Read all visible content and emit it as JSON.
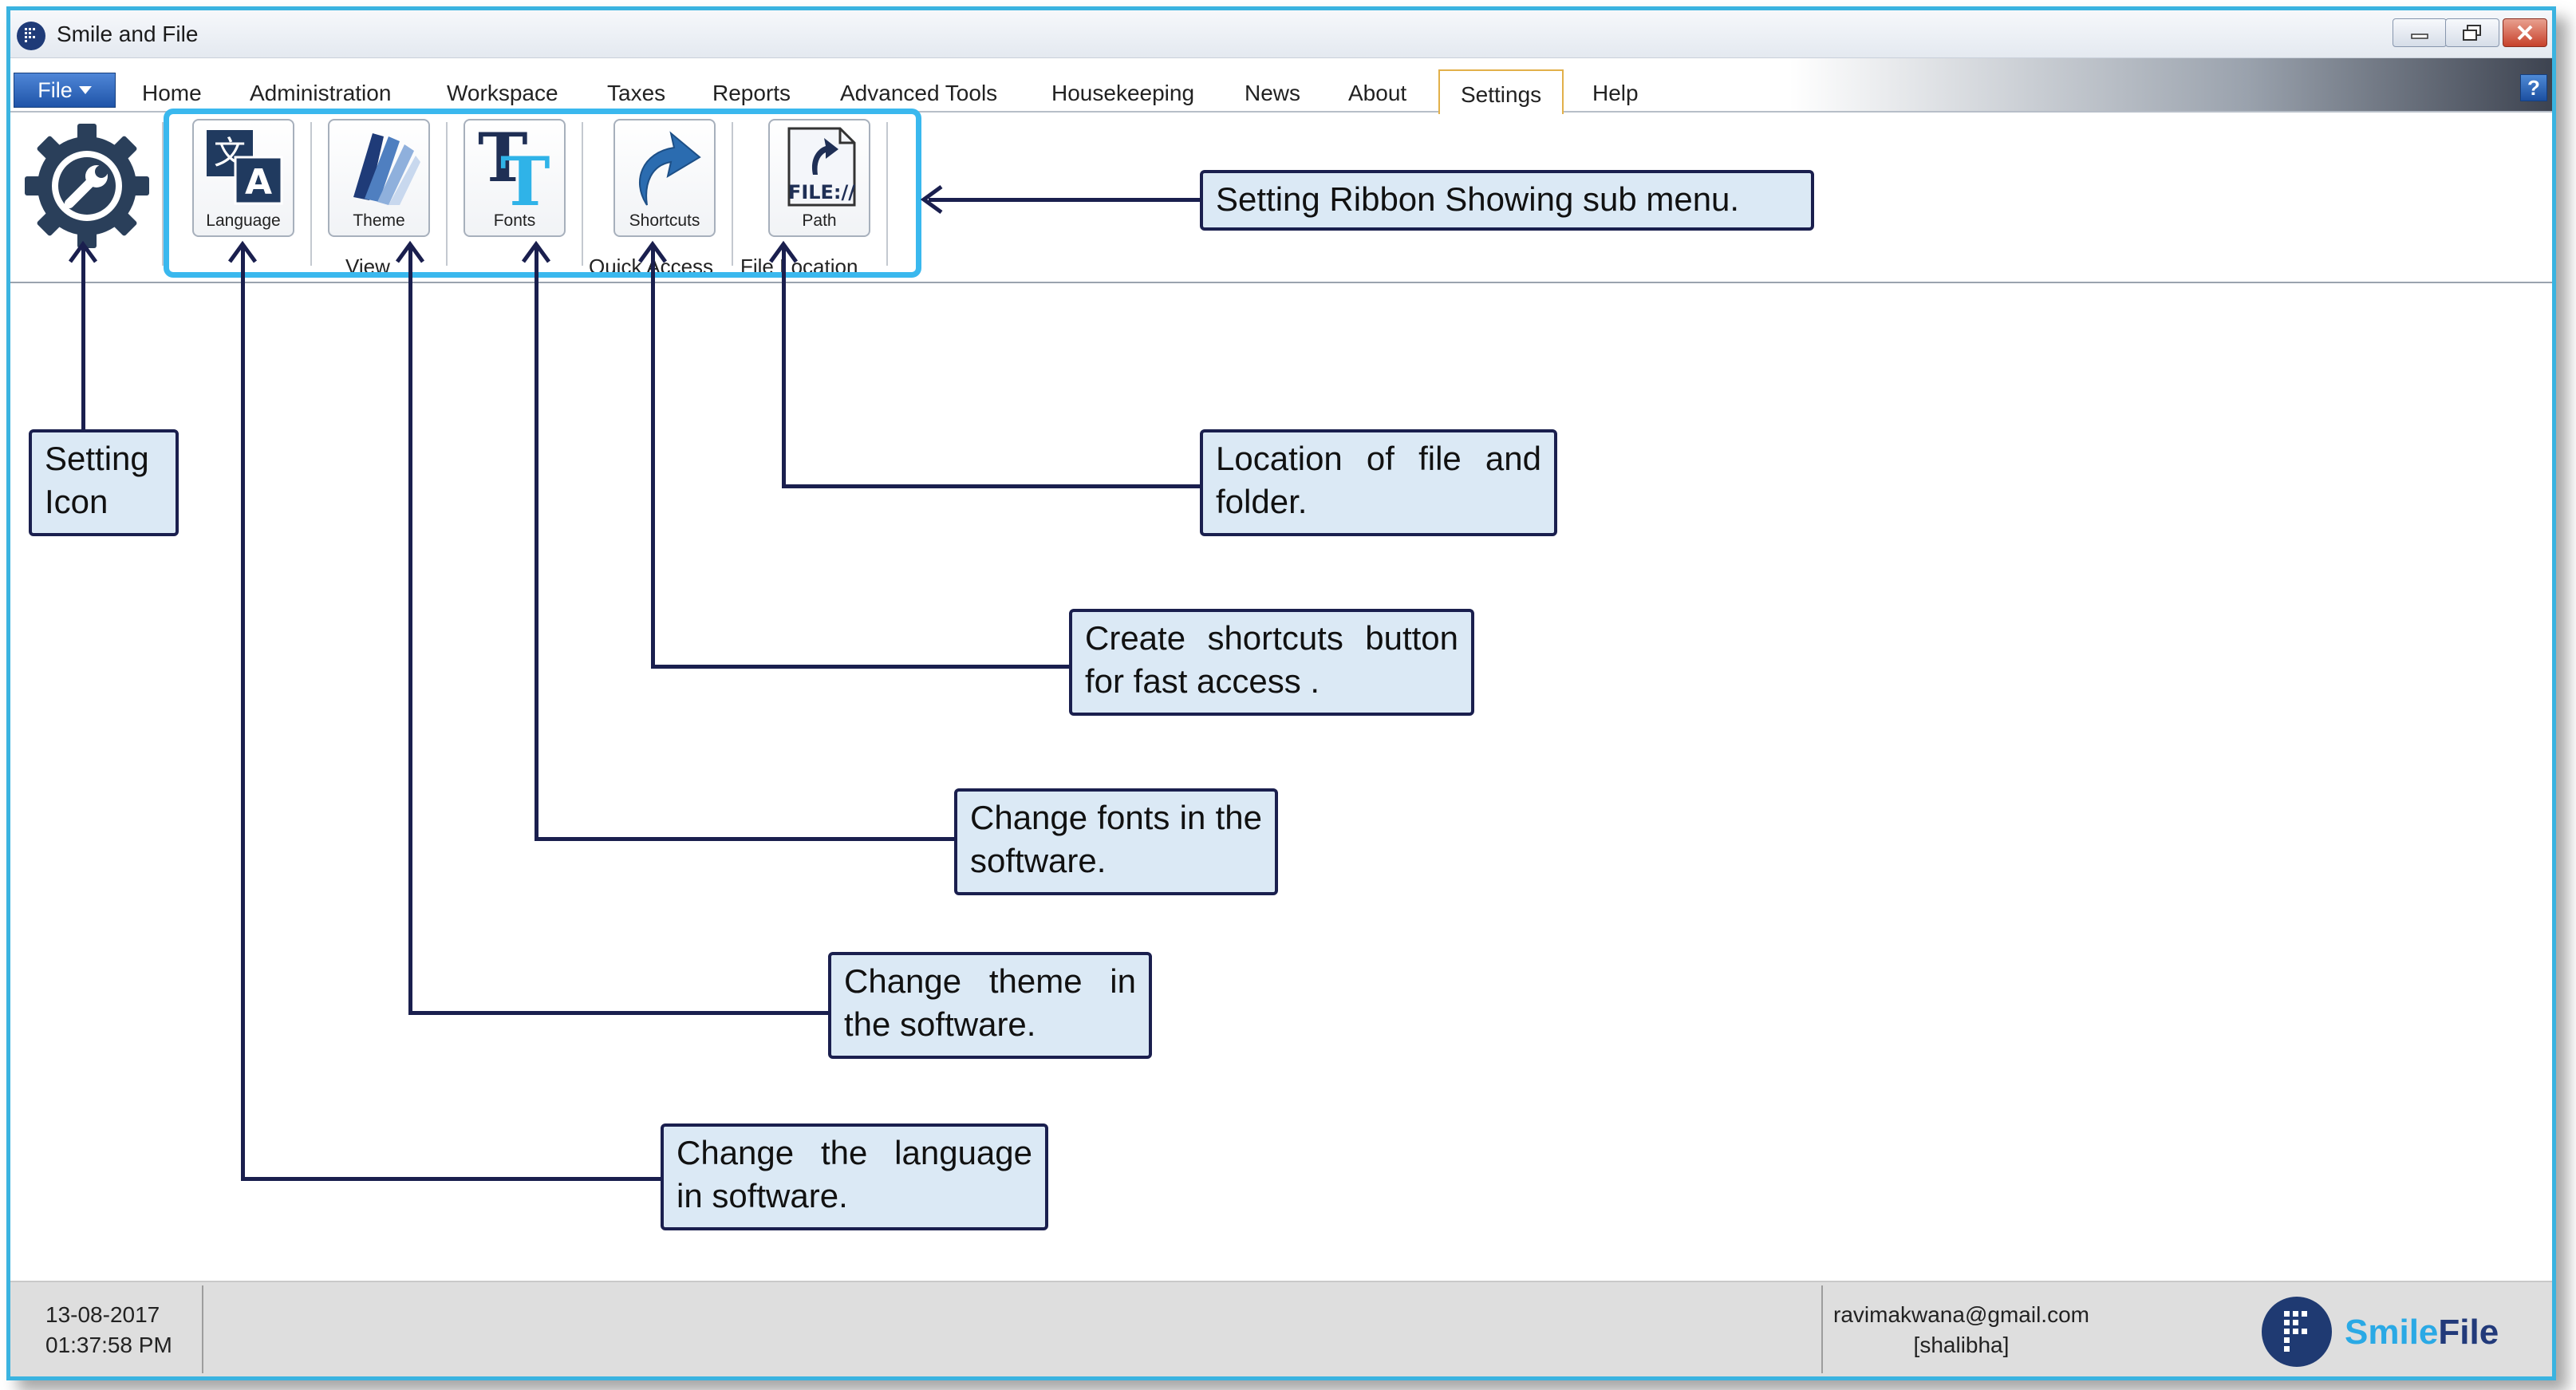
{
  "window": {
    "title": "Smile and File",
    "border_color": "#3ab3e0"
  },
  "menubar": {
    "file_label": "File",
    "items": [
      "Home",
      "Administration",
      "Workspace",
      "Taxes",
      "Reports",
      "Advanced Tools",
      "Housekeeping",
      "News",
      "About",
      "Settings",
      "Help"
    ],
    "active": "Settings",
    "help_label": "?"
  },
  "ribbon": {
    "buttons": {
      "language": "Language",
      "theme": "Theme",
      "fonts": "Fonts",
      "shortcuts": "Shortcuts",
      "path": "Path",
      "path_icon_text": "FILE://"
    },
    "groups": {
      "view": "View",
      "quick_access": "Quick Access",
      "file_location": "File Location"
    }
  },
  "callouts": {
    "ribbon": "Setting Ribbon Showing sub menu.",
    "setting_icon": "Setting Icon",
    "file_location": "Location of file and folder.",
    "shortcuts": "Create shortcuts button for fast access .",
    "fonts": "Change fonts in the software.",
    "theme": "Change theme in the software.",
    "language": "Change the language in software."
  },
  "statusbar": {
    "date": "13-08-2017",
    "time": "01:37:58 PM",
    "email": "ravimakwana@gmail.com",
    "user": "[shalibha]",
    "brand_left": "Smile",
    "brand_right": "File"
  },
  "colors": {
    "highlight": "#3ab8ee",
    "callout_fill": "#dbe9f5",
    "callout_border": "#1a1f4e",
    "brand_blue": "#2aa9e5",
    "brand_navy": "#223a7a"
  },
  "icons": [
    "app-icon",
    "minimize-icon",
    "restore-icon",
    "close-icon",
    "help-icon",
    "settings-gear-icon",
    "language-icon",
    "theme-icon",
    "fonts-icon",
    "shortcuts-icon",
    "path-icon",
    "brand-logo-icon"
  ]
}
